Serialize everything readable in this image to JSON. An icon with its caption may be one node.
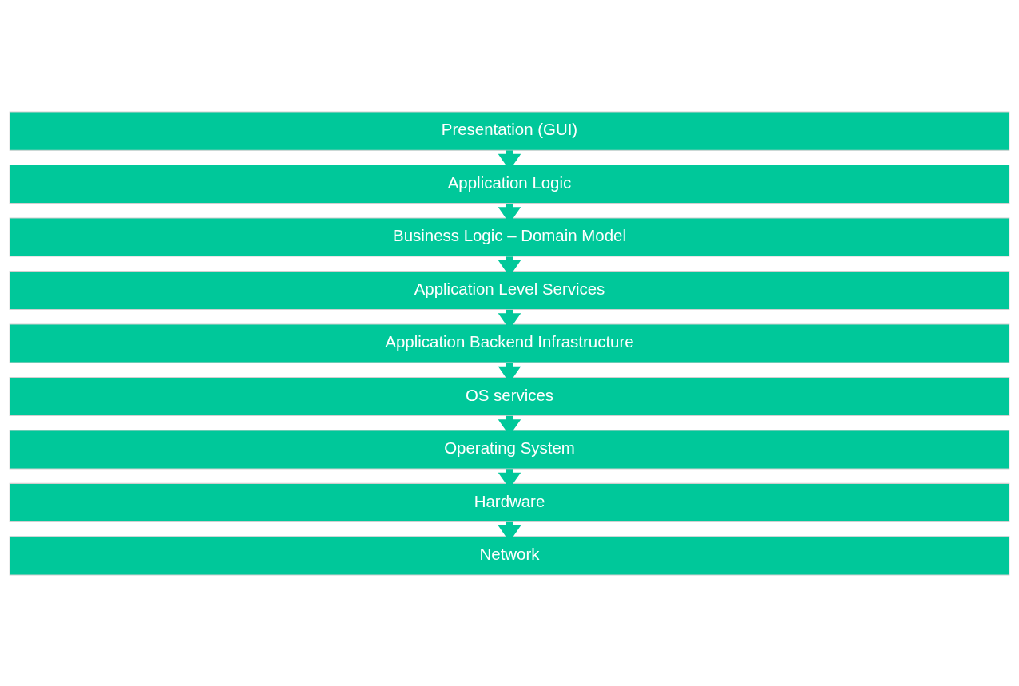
{
  "diagram": {
    "nodes": [
      {
        "text": [
          "Presentation (GUI)"
        ]
      },
      {
        "text": [
          "Application Logic"
        ]
      },
      {
        "text": [
          "Business Logic – Domain Model"
        ]
      },
      {
        "text": [
          "Application Level Services"
        ]
      },
      {
        "text": [
          "Application Backend Infrastructure"
        ]
      },
      {
        "text": [
          "OS services"
        ]
      },
      {
        "text": [
          "Operating System"
        ]
      },
      {
        "text": [
          "Hardware"
        ]
      },
      {
        "text": [
          "Network"
        ]
      }
    ],
    "edges": [
      {
        "from": 0,
        "to": 1,
        "arrow": "to"
      },
      {
        "from": 1,
        "to": 2,
        "arrow": "to"
      },
      {
        "from": 2,
        "to": 3,
        "arrow": "to"
      },
      {
        "from": 3,
        "to": 4,
        "arrow": "to"
      },
      {
        "from": 4,
        "to": 5,
        "arrow": "to"
      },
      {
        "from": 5,
        "to": 6,
        "arrow": "to"
      },
      {
        "from": 6,
        "to": 7,
        "arrow": "to"
      },
      {
        "from": 7,
        "to": 8,
        "arrow": "to"
      }
    ]
  }
}
